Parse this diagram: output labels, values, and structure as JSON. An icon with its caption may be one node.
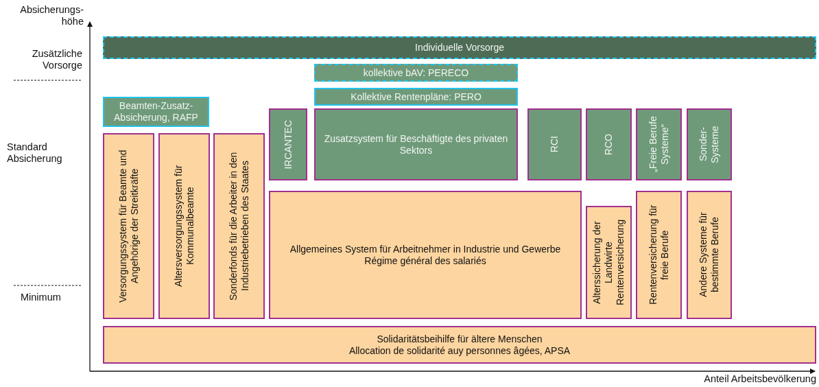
{
  "diagram": {
    "nodes": [
      {
        "text": [
          "Individuelle Vorsorge"
        ]
      },
      {
        "text": [
          "kollektive bAV: PERECO"
        ]
      },
      {
        "text": [
          "Kollektive Rentenpläne: PERO"
        ]
      },
      {
        "text": [
          "Beamten-Zusatz-Absicherung, RAFP"
        ]
      },
      {
        "text": [
          "IRCANTEC"
        ]
      },
      {
        "text": [
          "Zusatzsystem für Beschäftigte des privaten Sektors"
        ]
      },
      {
        "text": [
          "RCI"
        ]
      },
      {
        "text": [
          "RCO"
        ]
      },
      {
        "text": [
          "„Freie Berufe Systeme“"
        ]
      },
      {
        "text": [
          "Sonder-Systeme"
        ]
      },
      {
        "text": [
          "Versorgungssystem für Beamte und Angehörige der Streitkräfte"
        ]
      },
      {
        "text": [
          "Altersversorgungssystem für Kommunalbeamte"
        ]
      },
      {
        "text": [
          "Sonderfonds für die Arbeiter in den Industriebetrieben des Staates"
        ]
      },
      {
        "text": [
          "Allgemeines System für Arbeitnehmer in Industrie und Gewerbe",
          "Régime général des salariés"
        ]
      },
      {
        "text": [
          "Alterssicherung der Landwirte Rentenversicherung"
        ]
      },
      {
        "text": [
          "Rentenversicherung für freie Berufe"
        ]
      },
      {
        "text": [
          "Andere Systeme für bestimmte Berufe"
        ]
      },
      {
        "text": [
          "Solidaritätsbeihilfe für ältere Menschen",
          "Allocation de solidarité auy personnes âgées, APSA"
        ]
      }
    ],
    "edges": [],
    "labels": [
      "Absicherungs-höhe",
      "Zusätzliche Vorsorge",
      "Standard Absicherung",
      "Minimum",
      "Anteil Arbeitsbevölkerung"
    ]
  }
}
